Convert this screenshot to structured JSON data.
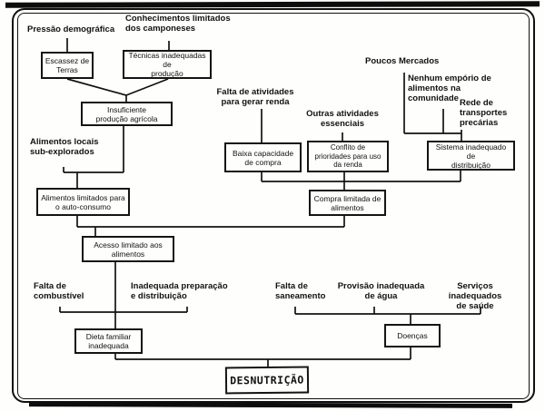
{
  "page": {
    "background_color": "#fefefc",
    "ink_color": "#121212"
  },
  "diagram": {
    "outcome_label": "DESNUTRIÇÃO",
    "nodes": {
      "pressao_demografica": {
        "label": "Pressão demográfica",
        "kind": "label"
      },
      "conhecimentos_limitados": {
        "label": "Conhecimentos limitados\ndos camponeses",
        "kind": "label"
      },
      "escassez_terras": {
        "label": "Escassez de\nTerras",
        "kind": "box"
      },
      "tecnicas_inadequadas": {
        "label": "Técnicas inadequadas de\nprodução",
        "kind": "box"
      },
      "insuficiente_producao": {
        "label": "Insuficiente\nprodução agrícola",
        "kind": "box"
      },
      "alimentos_locais": {
        "label": "Alimentos locais\nsub-explorados",
        "kind": "label"
      },
      "alimentos_limitados": {
        "label": "Alimentos limitados para\no auto-consumo",
        "kind": "box"
      },
      "acesso_limitado": {
        "label": "Acesso limitado aos\nalimentos",
        "kind": "box"
      },
      "falta_atividades": {
        "label": "Falta de atividades\npara gerar renda",
        "kind": "label"
      },
      "baixa_capacidade": {
        "label": "Baixa capacidade\nde compra",
        "kind": "box"
      },
      "outras_atividades": {
        "label": "Outras atividades\nessenciais",
        "kind": "label"
      },
      "conflito_prioridades": {
        "label": "Conflito de\nprioridades para uso\nda renda",
        "kind": "box"
      },
      "compra_limitada": {
        "label": "Compra limitada de\nalimentos",
        "kind": "box"
      },
      "poucos_mercados": {
        "label": "Poucos Mercados",
        "kind": "label"
      },
      "nenhum_emporio": {
        "label": "Nenhum empório de\nalimentos na\ncomunidade",
        "kind": "label"
      },
      "rede_transportes": {
        "label": "Rede de\ntransportes\nprecárias",
        "kind": "label"
      },
      "sistema_inadequado": {
        "label": "Sistema inadequado de\ndistribuição",
        "kind": "box"
      },
      "falta_combustivel": {
        "label": "Falta de\ncombustível",
        "kind": "label"
      },
      "inadequada_preparacao": {
        "label": "Inadequada preparação\ne distribuição",
        "kind": "label"
      },
      "dieta_familiar": {
        "label": "Dieta familiar\ninadequada",
        "kind": "box"
      },
      "falta_saneamento": {
        "label": "Falta de\nsaneamento",
        "kind": "label"
      },
      "provisao_agua": {
        "label": "Provisão inadequada\nde água",
        "kind": "label"
      },
      "servicos_saude": {
        "label": "Serviços inadequados\nde saúde",
        "kind": "label"
      },
      "doencas": {
        "label": "Doenças",
        "kind": "box"
      },
      "desnutricao": {
        "label": "DESNUTRIÇÃO",
        "kind": "box"
      }
    },
    "edges": [
      {
        "from": "pressao_demografica",
        "to": "escassez_terras"
      },
      {
        "from": "conhecimentos_limitados",
        "to": "tecnicas_inadequadas"
      },
      {
        "from": "escassez_terras",
        "to": "insuficiente_producao"
      },
      {
        "from": "tecnicas_inadequadas",
        "to": "insuficiente_producao"
      },
      {
        "from": "insuficiente_producao",
        "to": "alimentos_limitados"
      },
      {
        "from": "alimentos_locais",
        "to": "alimentos_limitados"
      },
      {
        "from": "alimentos_limitados",
        "to": "acesso_limitado"
      },
      {
        "from": "compra_limitada",
        "to": "acesso_limitado"
      },
      {
        "from": "falta_atividades",
        "to": "baixa_capacidade"
      },
      {
        "from": "outras_atividades",
        "to": "conflito_prioridades"
      },
      {
        "from": "baixa_capacidade",
        "to": "compra_limitada"
      },
      {
        "from": "conflito_prioridades",
        "to": "compra_limitada"
      },
      {
        "from": "sistema_inadequado",
        "to": "compra_limitada"
      },
      {
        "from": "poucos_mercados",
        "to": "sistema_inadequado"
      },
      {
        "from": "nenhum_emporio",
        "to": "sistema_inadequado"
      },
      {
        "from": "rede_transportes",
        "to": "sistema_inadequado"
      },
      {
        "from": "acesso_limitado",
        "to": "dieta_familiar"
      },
      {
        "from": "falta_combustivel",
        "to": "dieta_familiar"
      },
      {
        "from": "inadequada_preparacao",
        "to": "dieta_familiar"
      },
      {
        "from": "falta_saneamento",
        "to": "doencas"
      },
      {
        "from": "provisao_agua",
        "to": "doencas"
      },
      {
        "from": "servicos_saude",
        "to": "doencas"
      },
      {
        "from": "dieta_familiar",
        "to": "desnutricao"
      },
      {
        "from": "doencas",
        "to": "desnutricao"
      }
    ]
  }
}
